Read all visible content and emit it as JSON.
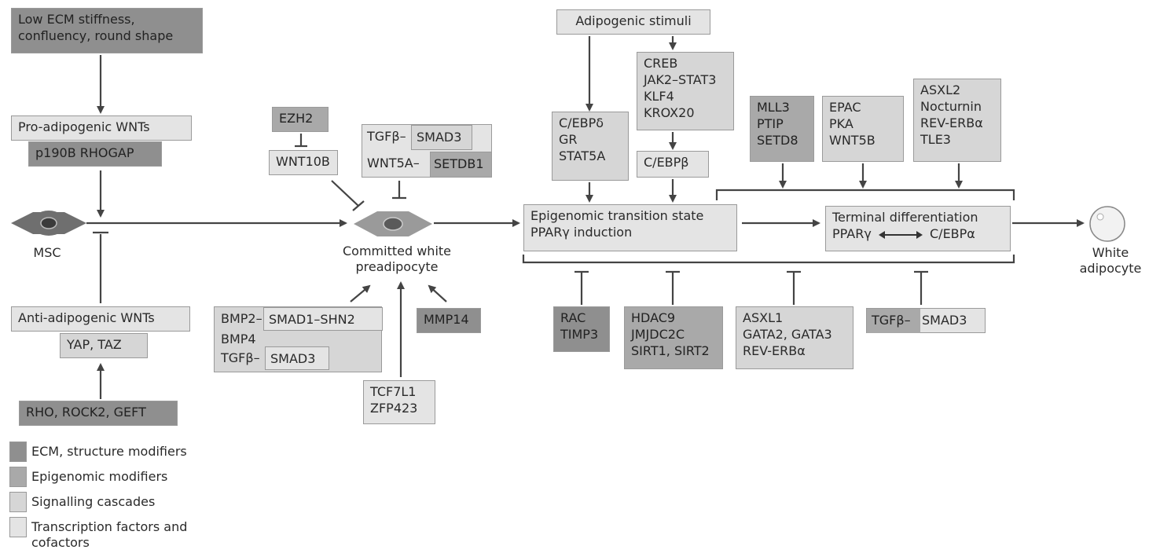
{
  "mechanical": {
    "lines": [
      "Low ECM stiffness,",
      "confluency, round shape"
    ]
  },
  "pro_wnt": {
    "label": "Pro-adipogenic WNTs",
    "sub": "p190B RHOGAP"
  },
  "msc": {
    "label": "MSC"
  },
  "anti_wnt": {
    "label": "Anti-adipogenic WNTs",
    "sub": "YAP, TAZ"
  },
  "rho": {
    "label": "RHO, ROCK2, GEFT"
  },
  "ezh2": {
    "label": "EZH2"
  },
  "wnt10b": {
    "label": "WNT10B"
  },
  "tgf_wnt": {
    "l1a": "TGFβ–",
    "l1b": "SMAD3",
    "l2a": "WNT5A–",
    "l2b": "SETDB1"
  },
  "committed": {
    "lines": [
      "Committed white",
      "preadipocyte"
    ]
  },
  "bmp": {
    "l1a": "BMP2–",
    "l1b": "SMAD1–SHN2",
    "l2": "BMP4",
    "l3a": "TGFβ–",
    "l3b": "SMAD3"
  },
  "mmp14": {
    "label": "MMP14"
  },
  "tcf": {
    "lines": [
      "TCF7L1",
      "ZFP423"
    ]
  },
  "adipo_stim": {
    "label": "Adipogenic stimuli"
  },
  "cebpd": {
    "lines": [
      "C/EBPδ",
      "GR",
      "STAT5A"
    ]
  },
  "creb": {
    "lines": [
      "CREB",
      "JAK2–STAT3",
      "KLF4",
      "KROX20"
    ]
  },
  "cebpb": {
    "label": "C/EBPβ"
  },
  "epigenomic": {
    "lines": [
      "Epigenomic transition state",
      "PPARγ induction"
    ]
  },
  "rac": {
    "lines": [
      "RAC",
      "TIMP3"
    ]
  },
  "hdac": {
    "lines": [
      "HDAC9",
      "JMJDC2C",
      "SIRT1, SIRT2"
    ]
  },
  "mll3": {
    "lines": [
      "MLL3",
      "PTIP",
      "SETD8"
    ]
  },
  "epac": {
    "lines": [
      "EPAC",
      "PKA",
      "WNT5B"
    ]
  },
  "asxl2": {
    "lines": [
      "ASXL2",
      "Nocturnin",
      "REV-ERBα",
      "TLE3"
    ]
  },
  "terminal": {
    "title": "Terminal differentiation",
    "left": "PPARγ",
    "right": "C/EBPα"
  },
  "asxl1": {
    "lines": [
      "ASXL1",
      "GATA2, GATA3",
      "REV-ERBα"
    ]
  },
  "tgf_smad_term": {
    "a": "TGFβ–",
    "b": "SMAD3"
  },
  "white": {
    "lines": [
      "White",
      "adipocyte"
    ]
  },
  "legend": {
    "items": [
      {
        "label": "ECM, structure modifiers",
        "color": "#8f8f8f"
      },
      {
        "label": "Epigenomic modifiers",
        "color": "#a9a9a9"
      },
      {
        "label": "Signalling cascades",
        "color": "#d6d6d6"
      },
      {
        "label": "Transcription factors and cofactors",
        "color": "#e4e4e4"
      }
    ],
    "tf_line1": "Transcription factors and",
    "tf_line2": "cofactors"
  }
}
